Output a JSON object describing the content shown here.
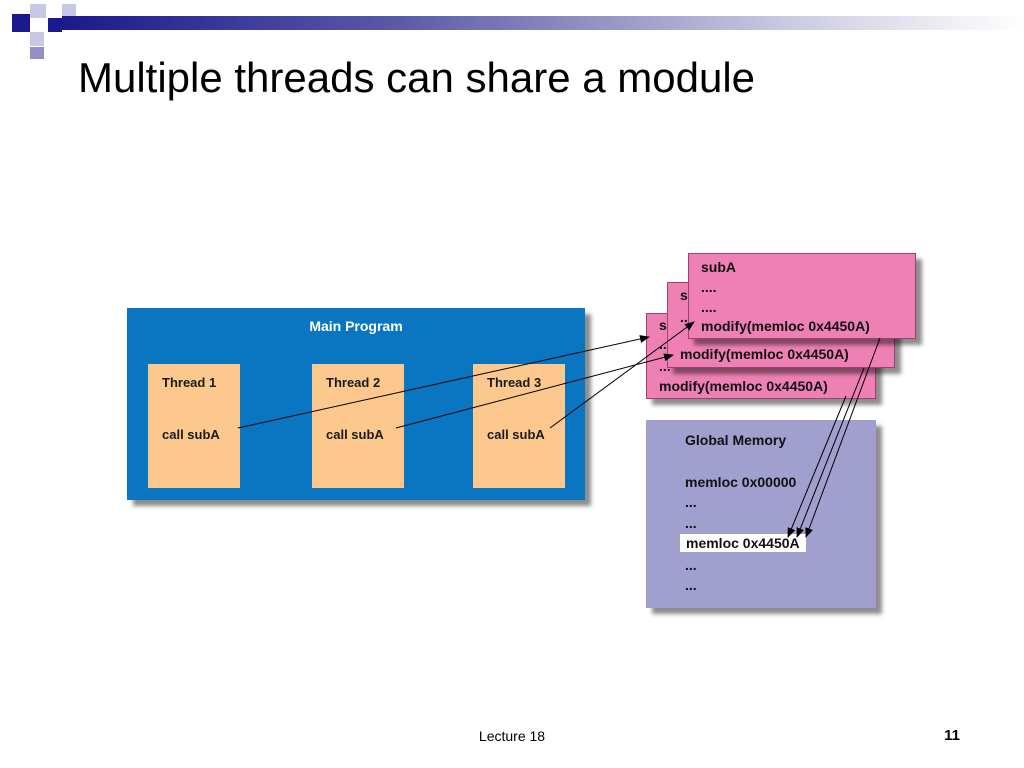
{
  "title": "Multiple threads can share a module",
  "main_program": {
    "label": "Main Program",
    "threads": [
      {
        "name": "Thread 1",
        "call": "call subA"
      },
      {
        "name": "Thread 2",
        "call": "call subA"
      },
      {
        "name": "Thread 3",
        "call": "call subA"
      }
    ]
  },
  "suba_cards": {
    "back": {
      "line1": "s",
      "line2": "..",
      "line3": "...",
      "line4": "modify(memloc 0x4450A)"
    },
    "middle": {
      "line1": "s",
      "line2": "..",
      "line3": "modify(memloc 0x4450A)"
    },
    "front": {
      "line1": "subA",
      "line2": "....",
      "line3": "....",
      "line4": "modify(memloc 0x4450A)"
    }
  },
  "global_memory": {
    "title": "Global Memory",
    "lines": [
      "memloc 0x00000",
      "...",
      "..."
    ],
    "highlight": "memloc 0x4450A",
    "tail": [
      "...",
      "..."
    ]
  },
  "footer": {
    "lecture": "Lecture 18",
    "page": "11"
  },
  "colors": {
    "main_program": "#0a76c2",
    "thread_box": "#fcc88e",
    "suba_card": "#ee80b4",
    "global_memory": "#a09fce",
    "title_bar": "#1a1a8c"
  }
}
